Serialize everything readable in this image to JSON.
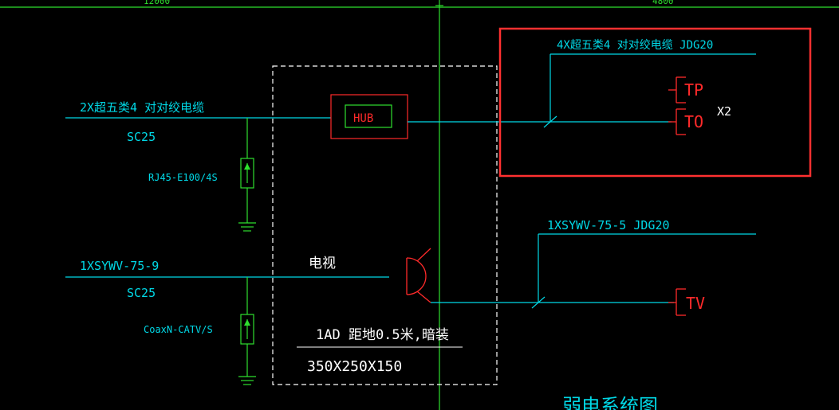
{
  "drawing": {
    "top_ruler": {
      "left_text": "12000",
      "right_text": "4800"
    },
    "left_circuit_1": {
      "cable_label": "2X超五类4 对对绞电缆",
      "conduit_label": "SC25",
      "device_label": "RJ45-E100/4S"
    },
    "left_circuit_2": {
      "cable_label": "1XSYWV-75-9",
      "conduit_label": "SC25",
      "device_label": "CoaxN-CATV/S"
    },
    "hub": {
      "label": "HUB"
    },
    "tv_label": "电视",
    "box_spec": {
      "line1": "1AD  距地0.5米,暗装",
      "line2": "350X250X150"
    },
    "right_circuit_1": {
      "cable_label": "4X超五类4 对对绞电缆 JDG20",
      "outlet_1": "TP",
      "outlet_2": "TO",
      "multiplier": "X2"
    },
    "right_circuit_2": {
      "cable_label": "1XSYWV-75-5  JDG20",
      "outlet": "TV"
    },
    "bottom_title": "弱电系统图",
    "colors": {
      "background": "#000000",
      "cyan": "#00d8e6",
      "red": "#ff2a2a",
      "green": "#2ee02e",
      "white": "#ffffff",
      "highlight": "#ff3030"
    }
  }
}
